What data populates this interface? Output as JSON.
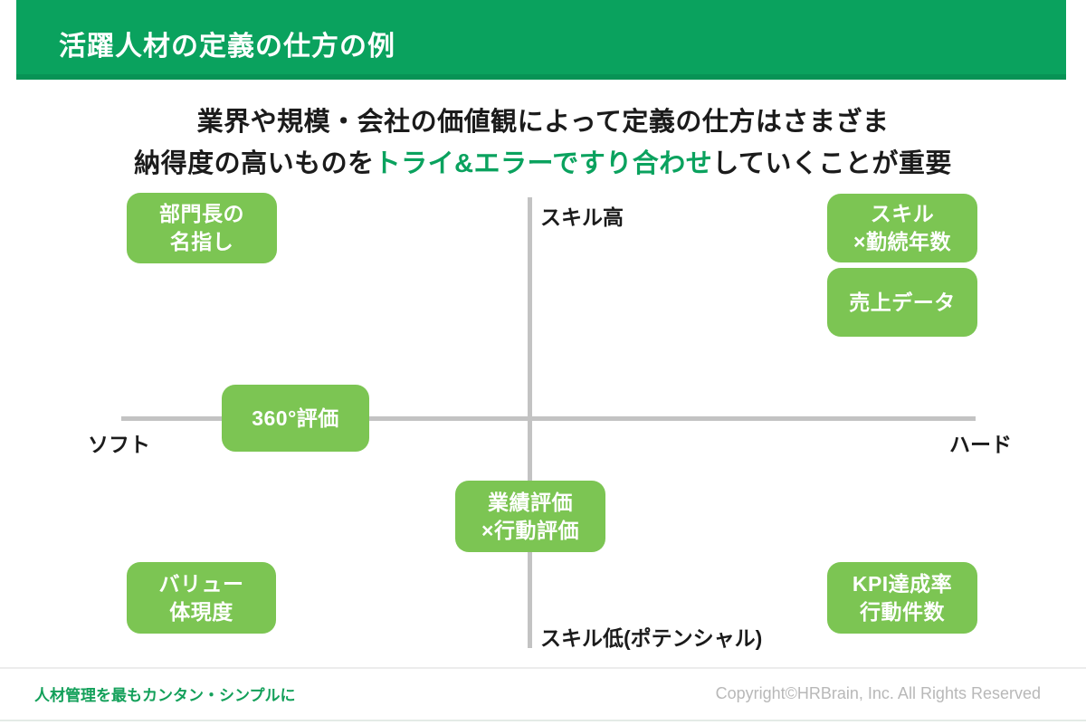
{
  "header": {
    "title": "活躍人材の定義の仕方の例",
    "bg_color": "#0aa25e",
    "text_color": "#ffffff"
  },
  "subtitle": {
    "line1": "業界や規模・会社の価値観によって定義の仕方はさまざま",
    "line2_prefix": "納得度の高いものを",
    "line2_highlight": "トライ&エラーですり合わせ",
    "line2_suffix": "していくことが重要",
    "highlight_color": "#0aa25e"
  },
  "quadrant": {
    "axis_line_color": "#c3c3c3",
    "box_color": "#7cc553",
    "axis_labels": {
      "top": "スキル高",
      "bottom": "スキル低(ポテンシャル)",
      "left": "ソフト",
      "right": "ハード"
    },
    "boxes": [
      {
        "name": "manager-nomination",
        "lines": [
          "部門長の",
          "名指し"
        ]
      },
      {
        "name": "skill-tenure",
        "lines": [
          "スキル",
          "×勤続年数"
        ]
      },
      {
        "name": "sales-data",
        "lines": [
          "売上データ"
        ]
      },
      {
        "name": "360-evaluation",
        "lines": [
          "360°評価"
        ]
      },
      {
        "name": "performance-behavior",
        "lines": [
          "業績評価",
          "×行動評価"
        ]
      },
      {
        "name": "value-embodiment",
        "lines": [
          "バリュー",
          "体現度"
        ]
      },
      {
        "name": "kpi-achievement",
        "lines": [
          "KPI達成率",
          "行動件数"
        ]
      }
    ]
  },
  "footer": {
    "tagline": "人材管理を最もカンタン・シンプルに",
    "tagline_color": "#13a05a",
    "copyright": "Copyright©HRBrain, Inc. All Rights Reserved",
    "copyright_color": "#b8b8b8"
  }
}
